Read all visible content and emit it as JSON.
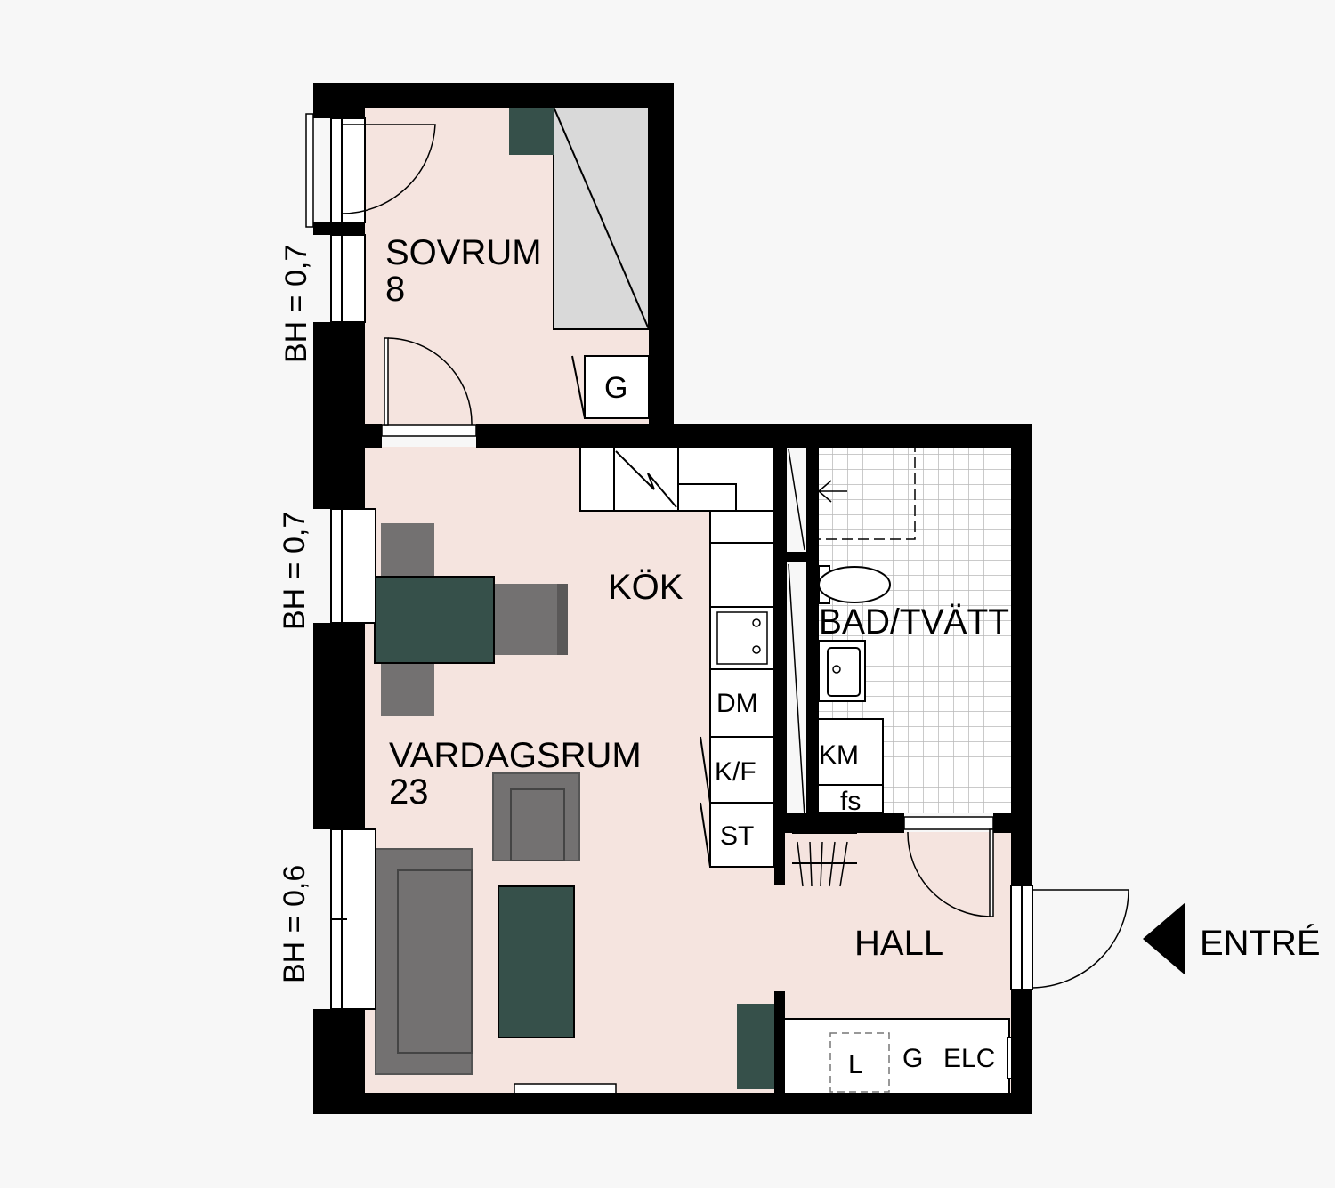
{
  "rooms": {
    "sovrum": {
      "name": "SOVRUM",
      "area": "8"
    },
    "kok": {
      "name": "KÖK"
    },
    "vardagsrum": {
      "name": "VARDAGSRUM",
      "area": "23"
    },
    "bad": {
      "name": "BAD/TVÄTT"
    },
    "hall": {
      "name": "HALL"
    }
  },
  "fixtures": {
    "garderob_sovrum": "G",
    "diskmaskin": "DM",
    "kyl_frys": "K/F",
    "stad": "ST",
    "tvattmaskin": "KM",
    "fs": "fs",
    "linne": "L",
    "garderob_hall": "G",
    "elcentral": "ELC"
  },
  "window_sill_heights": [
    "BH = 0,7",
    "BH = 0,7",
    "BH = 0,6"
  ],
  "entrance": {
    "label": "ENTRÉ"
  },
  "colors": {
    "background": "#f7f7f7",
    "wall": "#000000",
    "floor": "#f5e4df",
    "furniture_green": "#36504a",
    "furniture_gray": "#737171",
    "bed_gray": "#d9d9d9"
  }
}
